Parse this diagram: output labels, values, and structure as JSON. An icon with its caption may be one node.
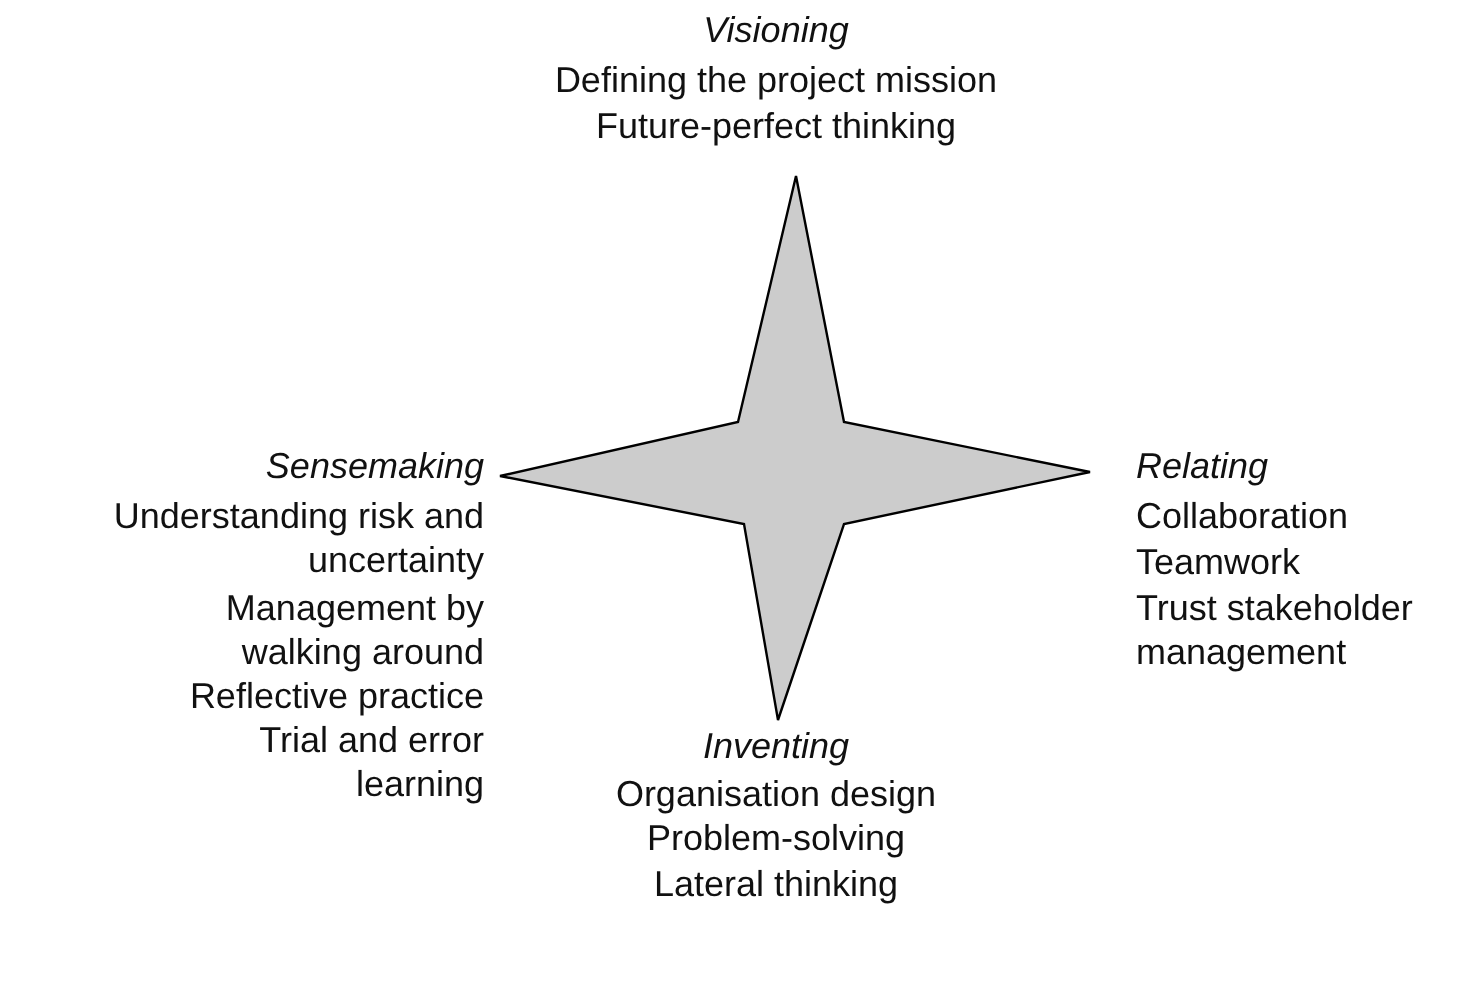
{
  "diagram": {
    "nodes": [
      {
        "text": [],
        "shape": "star"
      }
    ],
    "labels": [
      "Visioning",
      "Defining the project mission",
      "Future-perfect thinking",
      "Sensemaking",
      "Relating",
      "Understanding risk and uncertainty",
      "Collaboration",
      "Teamwork",
      "Management by walking around",
      "Trust stakeholder management",
      "Reflective practice",
      "Trial and error learning",
      "Inventing",
      "Organisation design",
      "Problem-solving",
      "Lateral thinking"
    ]
  }
}
